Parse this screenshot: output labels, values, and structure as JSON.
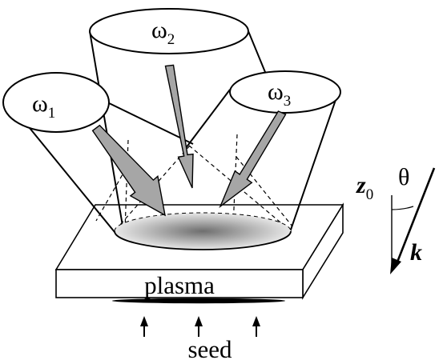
{
  "beams": {
    "beam_1": {
      "symbol": "ω",
      "subscript": "1"
    },
    "beam_2": {
      "symbol": "ω",
      "subscript": "2"
    },
    "beam_3": {
      "symbol": "ω",
      "subscript": "3"
    }
  },
  "slab_label": "plasma",
  "seed_label": "seed",
  "axis": {
    "z_symbol": "z",
    "z_subscript": "0",
    "angle_symbol": "θ",
    "wave_vector": "k"
  },
  "colors": {
    "outline": "#000000",
    "arrow_fill": "#a6a6a6",
    "focal_spot_center": "#707070",
    "focal_spot_edge": "#f2f2f2"
  }
}
